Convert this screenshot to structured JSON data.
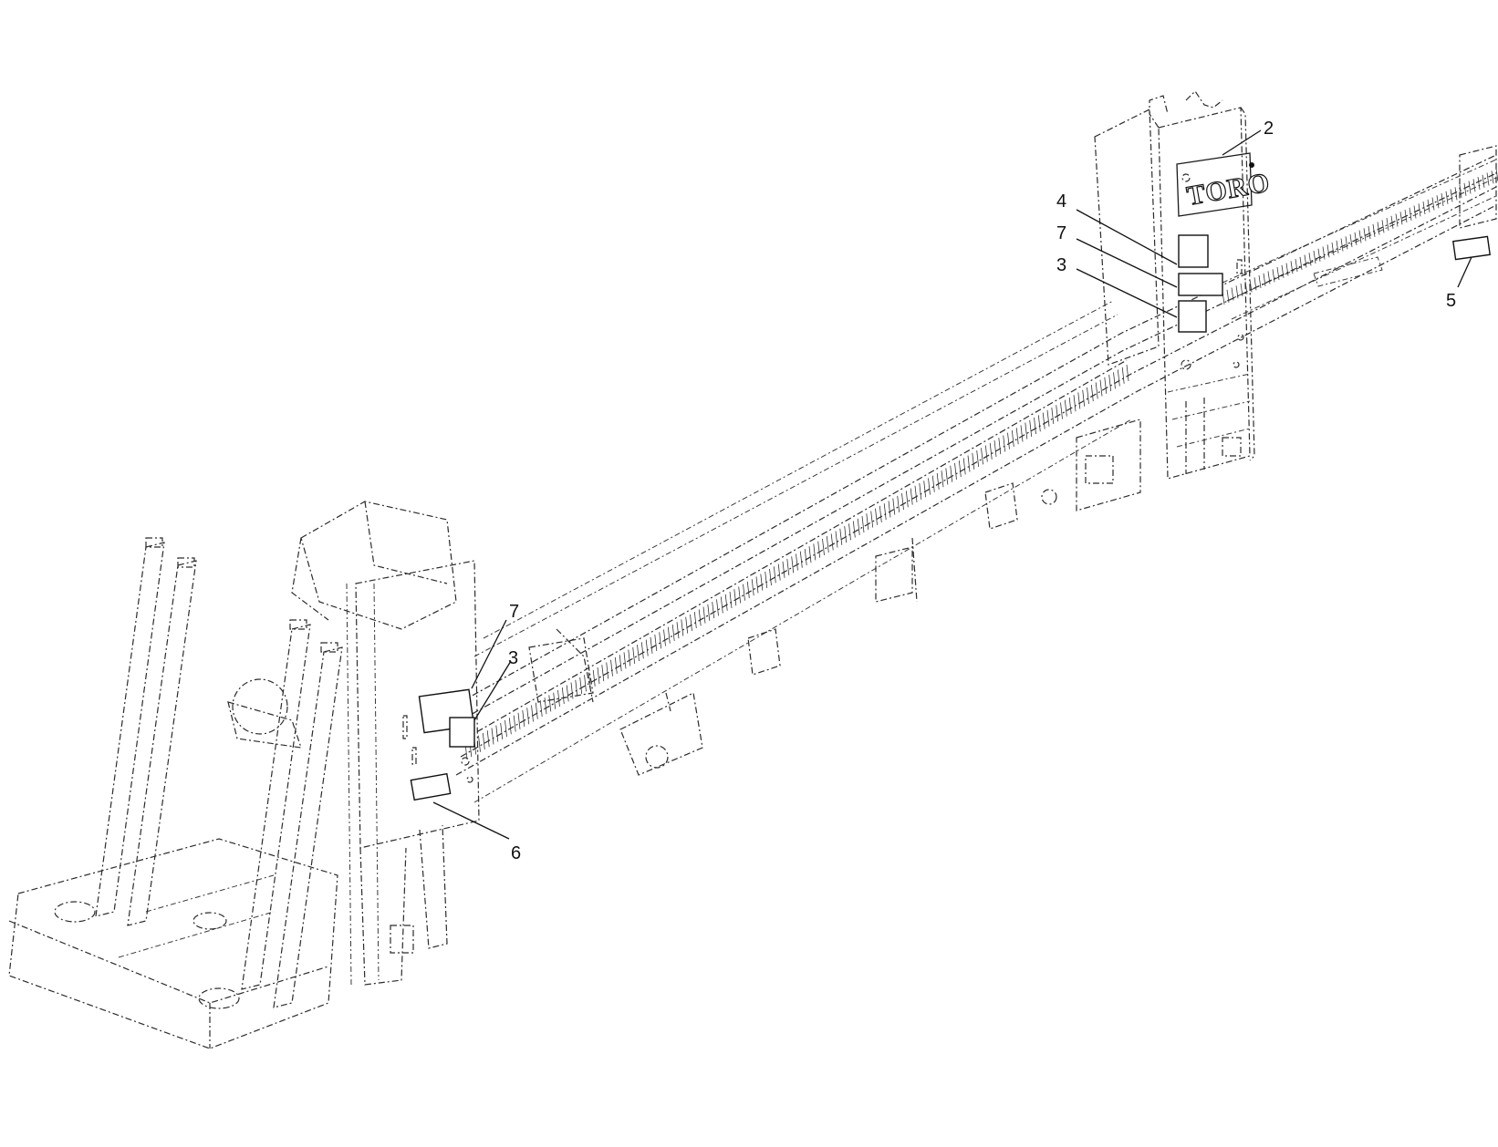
{
  "callouts": {
    "right_tower_2": "2",
    "right_tower_4": "4",
    "right_tower_7": "7",
    "right_tower_3": "3",
    "rail_end_5": "5",
    "left_tower_7": "7",
    "left_tower_3": "3",
    "left_tower_6": "6"
  },
  "logo": {
    "text": "TORO"
  },
  "colors": {
    "line": "#2b2b2b",
    "background": "#ffffff"
  }
}
